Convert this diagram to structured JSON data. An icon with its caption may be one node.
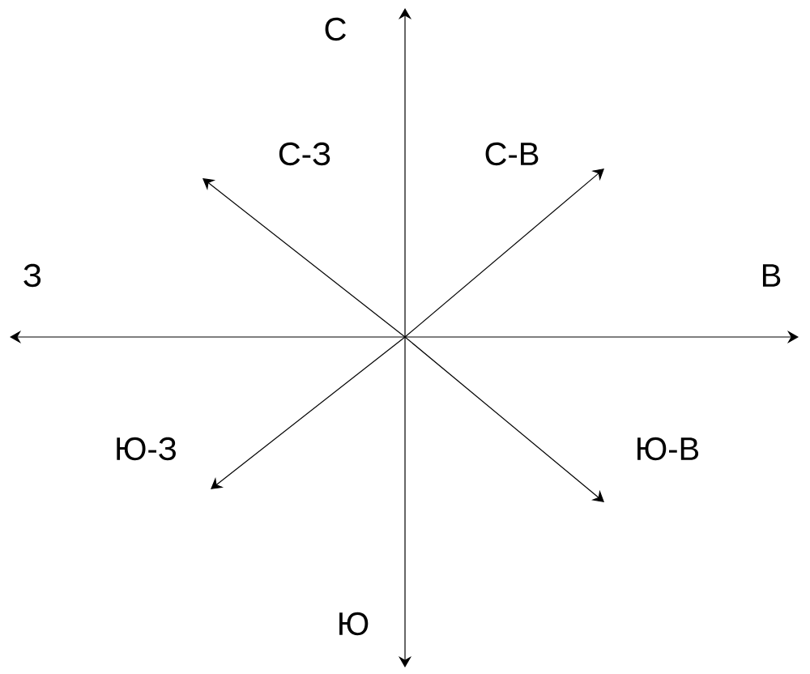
{
  "diagram": {
    "labels": [
      "С",
      "С-З",
      "С-В",
      "З",
      "В",
      "Ю-З",
      "Ю-В",
      "Ю"
    ]
  }
}
